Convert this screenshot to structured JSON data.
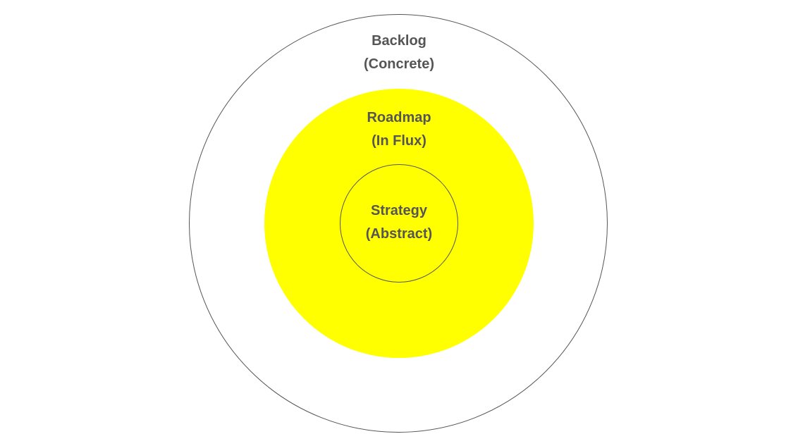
{
  "diagram": {
    "colors": {
      "middle_fill": "#ffff00",
      "outline": "#555555",
      "text": "#555555",
      "background": "#ffffff"
    },
    "layers": [
      {
        "name": "Backlog",
        "qualifier": "(Concrete)"
      },
      {
        "name": "Roadmap",
        "qualifier": "(In Flux)"
      },
      {
        "name": "Strategy",
        "qualifier": "(Abstract)"
      }
    ]
  }
}
